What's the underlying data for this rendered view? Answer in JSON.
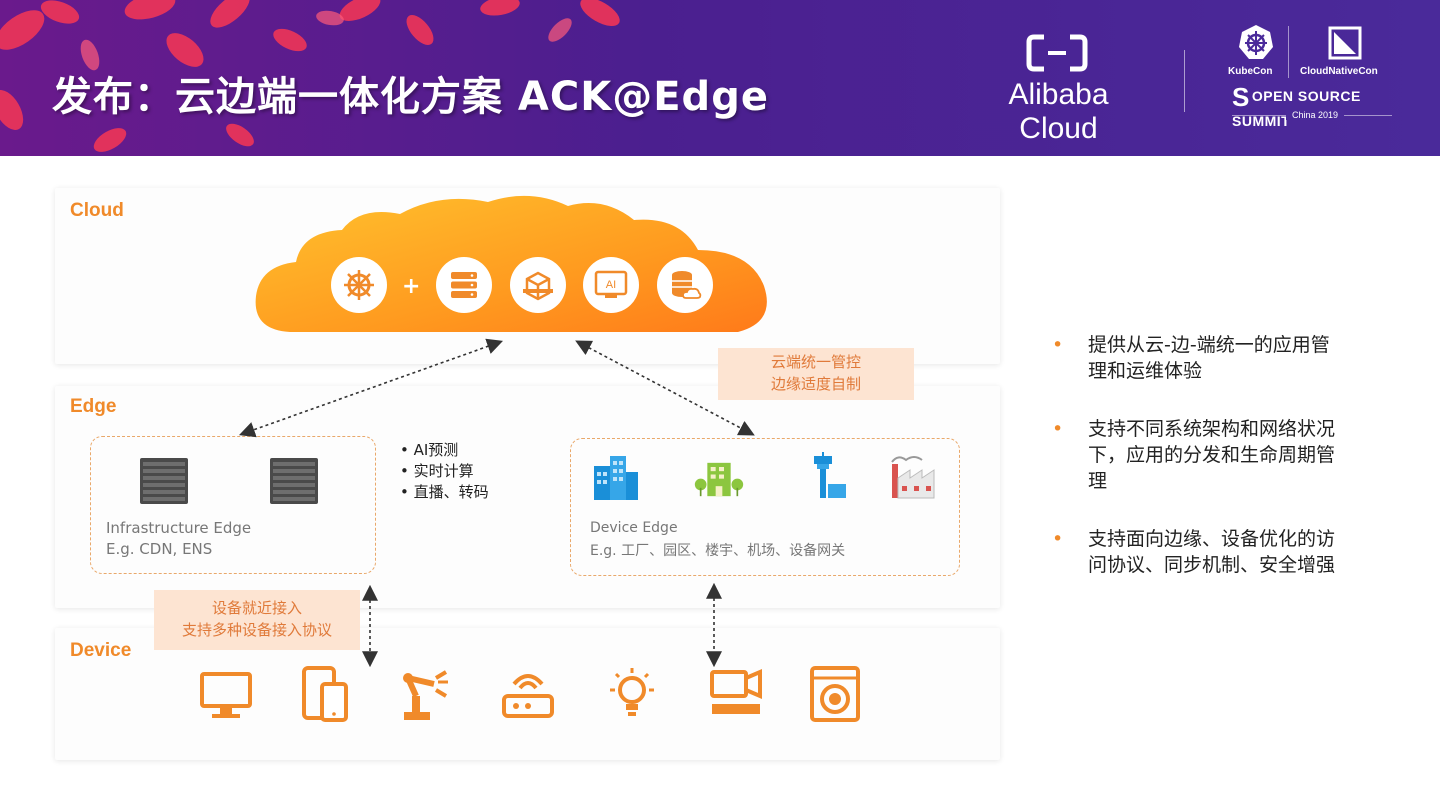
{
  "header": {
    "title": "发布：云边端一体化方案 ACK@Edge",
    "alibaba_logo_text": "Alibaba Cloud",
    "kubecon_label": "KubeCon",
    "cloudnativecon_label": "CloudNativeCon",
    "oss_s": "S",
    "oss_text": "OPEN SOURCE SUMMIT",
    "event_year": "China 2019"
  },
  "layers": {
    "cloud_label": "Cloud",
    "edge_label": "Edge",
    "device_label": "Device"
  },
  "cloud": {
    "plus": "+",
    "icons": [
      "kubernetes-helm-icon",
      "server-stack-icon",
      "container-box-icon",
      "ai-chip-icon",
      "database-cloud-icon"
    ],
    "ai_icon_text": "AI"
  },
  "edge": {
    "infra_title": "Infrastructure Edge",
    "infra_sub": "E.g. CDN, ENS",
    "device_title": "Device Edge",
    "device_sub": "E.g. 工厂、园区、楼宇、机场、设备网关",
    "features": [
      "• AI预测",
      "• 实时计算",
      "• 直播、转码"
    ]
  },
  "callouts": {
    "top_line1": "云端统一管控",
    "top_line2": "边缘适度自制",
    "bottom_line1": "设备就近接入",
    "bottom_line2": "支持多种设备接入协议"
  },
  "devices": [
    "monitor-icon",
    "phone-tablet-icon",
    "robot-arm-icon",
    "router-icon",
    "light-bulb-icon",
    "camera-icon",
    "washing-machine-icon"
  ],
  "bullets": [
    {
      "dot": "•",
      "text": "提供从云-边-端统一的应用管理和运维体验"
    },
    {
      "dot": "•",
      "text": "支持不同系统架构和网络状况下，应用的分发和生命周期管理"
    },
    {
      "dot": "•",
      "text": "支持面向边缘、设备优化的访问协议、同步机制、安全增强"
    }
  ],
  "colors": {
    "accent": "#f08a2a",
    "header_purple": "#4b1f8f",
    "callout_bg": "#fde4d2",
    "cloud_light": "#ffc22e",
    "cloud_dark": "#ff7a1a"
  }
}
